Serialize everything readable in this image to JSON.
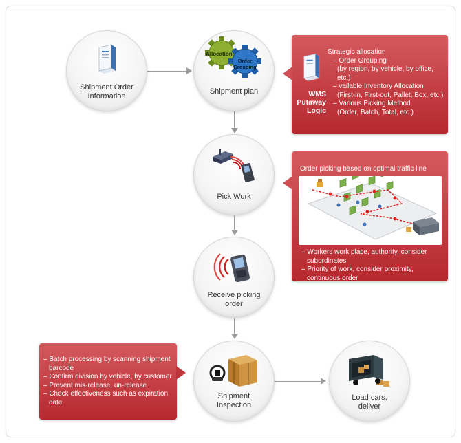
{
  "nodes": {
    "shipment_order": "Shipment Order\nInformation",
    "shipment_plan": "Shipment plan",
    "pick_work": "Pick Work",
    "receive_picking": "Receive picking\norder",
    "shipment_inspection": "Shipment\nInspection",
    "load_cars": "Load cars,\ndeliver"
  },
  "gears": {
    "allocation": "Allocation",
    "order_grouping": "Order\nGrouping"
  },
  "callout_wms": {
    "side_label": "WMS\nPutaway\nLogic",
    "title": "Strategic allocation",
    "lines": [
      "– Order Grouping",
      "(by region, by vehicle, by office, etc.)",
      "– vailable Inventory Allocation",
      "(First-in, First-out, Pallet, Box, etc.)",
      "– Various Picking Method",
      "(Order, Batch, Total, etc.)"
    ]
  },
  "callout_picking": {
    "title": "Order picking based on optimal traffic line",
    "lines": [
      "– Workers work place, authority, consider",
      "subordinates",
      "– Priority of work, consider proximity,",
      "continuous order"
    ]
  },
  "callout_inspection": {
    "lines": [
      "– Batch processing by scanning shipment",
      "barcode",
      "– Confirm division by vehicle, by customer",
      "– Prevent mis-release, un-release",
      "– Check effectiveness such as expiration",
      "date"
    ]
  },
  "colors": {
    "callout_top": "#d45a5e",
    "callout_bottom": "#b6282e",
    "connector": "#9c9c9c"
  }
}
